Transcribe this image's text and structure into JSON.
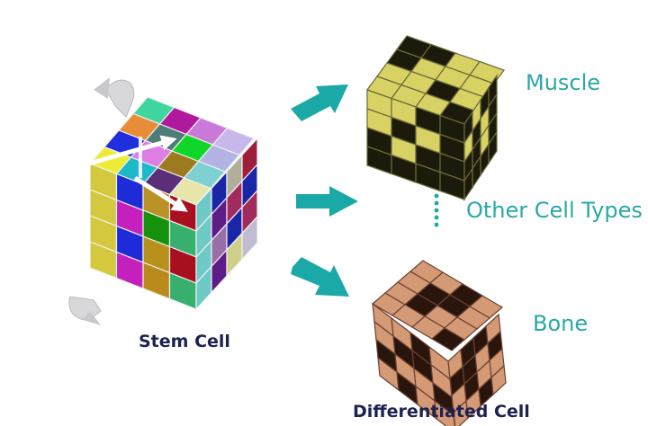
{
  "labels": {
    "stem_cell": "Stem Cell",
    "muscle": "Muscle",
    "other": "Other Cell Types",
    "bone": "Bone",
    "differentiated": "Differentiated Cell"
  },
  "colors": {
    "accent": "#1aa9a6",
    "label_teal": "#2aa7a8",
    "label_navy": "#1d2250",
    "muscle_light": "#d8d264",
    "muscle_dark": "#1c1a0a",
    "bone_light": "#d49a76",
    "bone_dark": "#2a150c"
  },
  "stem_cube": {
    "top": [
      "#3fd6a0",
      "#b0199e",
      "#c97ad8",
      "#c8b7ea",
      "#e88c38",
      "#4e7d78",
      "#11d62a",
      "#b4b4e4",
      "#1f2fe0",
      "#dd7fe2",
      "#9c7a1e",
      "#7ed0d2",
      "#ecec34",
      "#1cb9c8",
      "#5b2e7a",
      "#e6e6aa"
    ],
    "left": [
      "#d4c83e",
      "#1d2cd8",
      "#bb9226",
      "#a81020",
      "#d4c83e",
      "#c51fbd",
      "#16910d",
      "#36b06c",
      "#d4c83e",
      "#1d2cd8",
      "#b7911c",
      "#a81020",
      "#d4c83e",
      "#c51fbd",
      "#bb8a1c",
      "#36b06c"
    ],
    "right": [
      "#6ecac6",
      "#1926a8",
      "#b0b09a",
      "#9e1f3c",
      "#6ecac6",
      "#5e1c86",
      "#a12b5c",
      "#1926a8",
      "#6ecac6",
      "#9a6fa8",
      "#1926a8",
      "#a12b5c",
      "#6ecac6",
      "#5e1c86",
      "#cfcf8a",
      "#c2bcd2"
    ]
  },
  "muscle_cube": {
    "top": [
      1,
      1,
      0,
      0,
      1,
      0,
      0,
      0,
      0,
      0,
      1,
      0,
      0,
      0,
      0,
      1
    ],
    "left": [
      0,
      0,
      1,
      1,
      0,
      1,
      0,
      1,
      1,
      0,
      1,
      1,
      1,
      1,
      1,
      1
    ],
    "right": [
      1,
      0,
      1,
      1,
      0,
      1,
      0,
      1,
      1,
      1,
      0,
      1,
      1,
      1,
      1,
      1
    ]
  },
  "bone_cube": {
    "top": [
      1,
      1,
      0,
      1,
      1,
      0,
      0,
      1,
      1,
      0,
      1,
      1,
      1,
      1,
      1,
      0
    ],
    "left": [
      1,
      1,
      0,
      1,
      1,
      0,
      0,
      1,
      0,
      1,
      1,
      0,
      1,
      0,
      1,
      1
    ],
    "right": [
      1,
      0,
      0,
      1,
      0,
      0,
      1,
      0,
      1,
      0,
      1,
      1,
      1,
      1,
      0,
      1
    ]
  }
}
